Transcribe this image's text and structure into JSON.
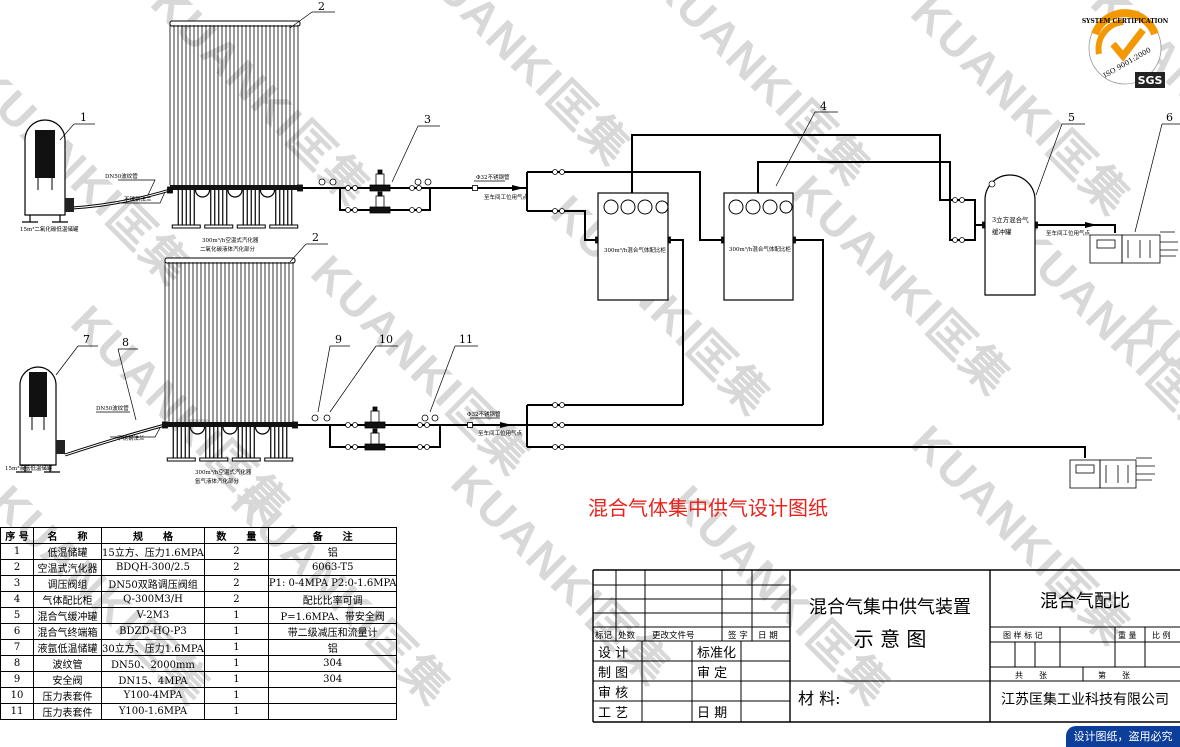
{
  "watermark": "KUANKI匡集",
  "logo": {
    "ring_text": "SYSTEM CERTIFICATION",
    "iso": "ISO 9001:2000",
    "brand": "SGS",
    "accent": "#f39800"
  },
  "title_red": "混合气体集中供气设计图纸",
  "labels": {
    "co2_tank": "15m³二氧化碳低温储罐",
    "ar_tank": "15m³液氩低温储罐",
    "hose": "DN50波纹管",
    "flange": "不锈钢法兰",
    "vap_top_1": "300m³/h空温式汽化器",
    "vap_top_2": "二氧化碳液体汽化部分",
    "vap_bot_1": "300m³/h空温式汽化器",
    "vap_bot_2": "氩气液体汽化部分",
    "pipe": "Φ32不锈钢管",
    "to_point": "至车间工位用气点",
    "cabinet": "300m³/h混合气体配比柜",
    "buffer_1": "3立方混合气",
    "buffer_2": "缓冲罐"
  },
  "callouts": [
    "1",
    "2",
    "3",
    "4",
    "5",
    "6",
    "2",
    "7",
    "8",
    "9",
    "10",
    "11"
  ],
  "parts_table": {
    "headers": [
      "序 号",
      "名　　称",
      "规　　格",
      "数　　量",
      "备　　注"
    ],
    "rows": [
      [
        "1",
        "低温储罐",
        "15立方、压力1.6MPA",
        "2",
        "铝"
      ],
      [
        "2",
        "空温式汽化器",
        "BDQH-300/2.5",
        "2",
        "6063-T5"
      ],
      [
        "3",
        "调压阀组",
        "DN50双路调压阀组",
        "2",
        "P1: 0-4MPA P2:0-1.6MPA"
      ],
      [
        "4",
        "气体配比柜",
        "Q-300M3/H",
        "2",
        "配比比率可调"
      ],
      [
        "5",
        "混合气缓冲罐",
        "V-2M3",
        "1",
        "P=1.6MPA、带安全阀"
      ],
      [
        "6",
        "混合气终端箱",
        "BDZD-HQ-P3",
        "1",
        "带二级减压和流量计"
      ],
      [
        "7",
        "液氩低温储罐",
        "30立方、压力1.6MPA",
        "1",
        "铝"
      ],
      [
        "8",
        "波纹管",
        "DN50、2000mm",
        "1",
        "304"
      ],
      [
        "9",
        "安全阀",
        "DN15、4MPA",
        "1",
        "304"
      ],
      [
        "10",
        "压力表套件",
        "Y100-4MPA",
        "1",
        ""
      ],
      [
        "11",
        "压力表套件",
        "Y100-1.6MPA",
        "1",
        ""
      ]
    ]
  },
  "title_block": {
    "rev_headers": [
      "标记",
      "处数",
      "更改文件号",
      "签 字",
      "日 期"
    ],
    "design": "设 计",
    "standard": "标准化",
    "drawing": "制 图",
    "approve": "审 定",
    "check": "审 核",
    "process": "工 艺",
    "date": "日 期",
    "title_1": "混合气集中供气装置",
    "title_2": "示 意 图",
    "material": "材 料:",
    "drawing_name": "混合气配比",
    "mark": "图 样 标 记",
    "weight": "重 量",
    "scale": "比 例",
    "total": "共　　张",
    "sheet": "第　　张",
    "company": "江苏匡集工业科技有限公司"
  },
  "banner": "设计图纸，盗用必究"
}
